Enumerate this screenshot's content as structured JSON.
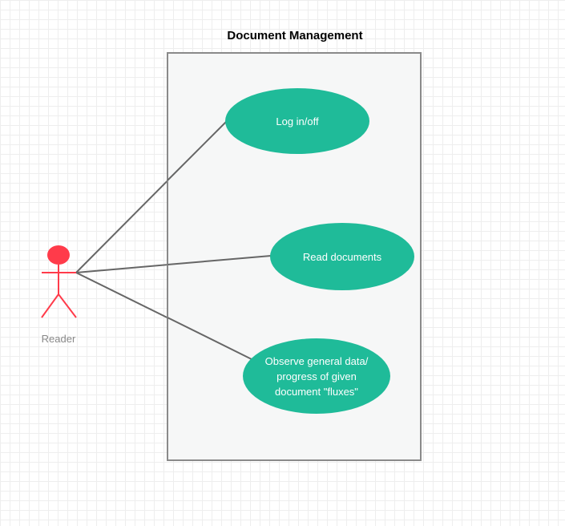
{
  "diagram": {
    "system": {
      "title": "Document Management"
    },
    "actor": {
      "label": "Reader",
      "color": "#ff3b4a"
    },
    "use_cases": [
      {
        "id": "login",
        "label": "Log in/off"
      },
      {
        "id": "read",
        "label": "Read documents"
      },
      {
        "id": "observe",
        "label": "Observe general data/\nprogress of given\ndocument \"fluxes\""
      }
    ],
    "colors": {
      "use_case_fill": "#1fbb99",
      "connector": "#666666",
      "boundary_stroke": "#8a8a8a",
      "boundary_fill": "#f6f7f7"
    }
  }
}
